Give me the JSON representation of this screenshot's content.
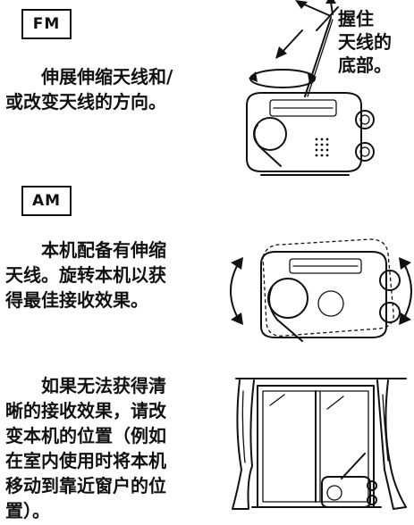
{
  "fm": {
    "band_label": "FM",
    "paragraph_lines": [
      "伸展伸缩天线和/",
      "或改变天线的方向。"
    ],
    "grip_note_lines": [
      "握住",
      "天线的",
      "底部。"
    ]
  },
  "am": {
    "band_label": "AM",
    "paragraph_lines": [
      "本机配备有伸缩",
      "天线。旋转本机以获",
      "得最佳接收效果。"
    ]
  },
  "reception": {
    "paragraph_lines": [
      "如果无法获得清",
      "晰的接收效果，请改",
      "变本机的位置（例如",
      "在室内使用时将本机",
      "移动到靠近窗户的位",
      "置）。"
    ]
  },
  "icons": [
    "radio-illustration",
    "rotation-arrow-icon",
    "window-illustration"
  ]
}
